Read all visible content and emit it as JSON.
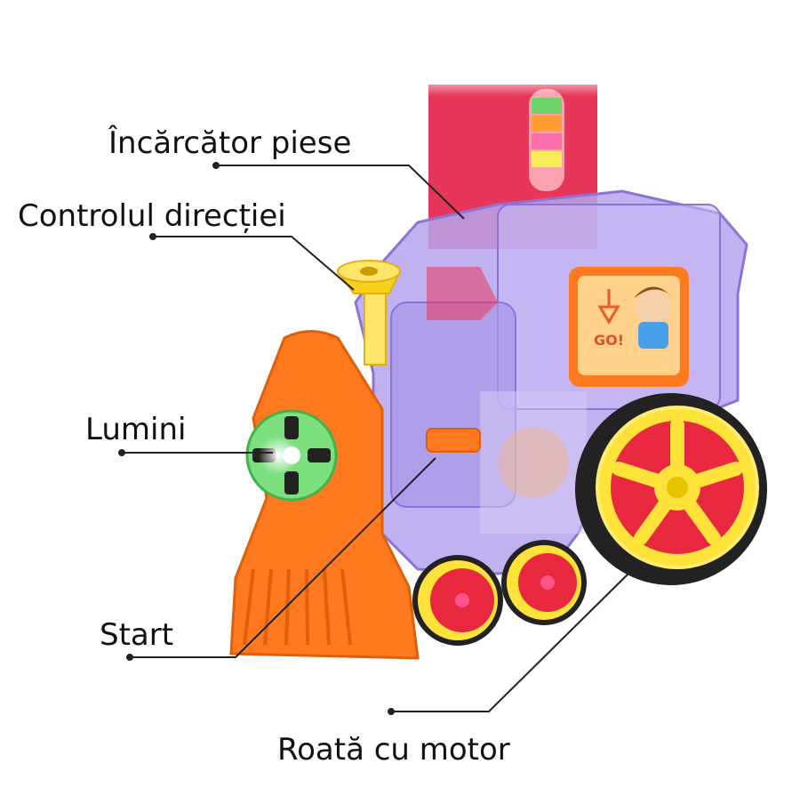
{
  "labels": {
    "charger": "Încărcător piese",
    "direction": "Controlul direcției",
    "lights": "Lumini",
    "start": "Start",
    "motor_wheel": "Roată cu motor"
  },
  "badge_text": "GO!",
  "colors": {
    "body_purple": "#b7a3ef",
    "body_purple_dark": "#8b74d6",
    "chimney_red": "#e8365a",
    "nose_orange": "#ff7a1f",
    "wheel_yellow": "#ffe23a",
    "wheel_red": "#e8283f",
    "face_green": "#7de07f",
    "funnel_yellow": "#f7d21c",
    "leader_line": "#222222"
  }
}
